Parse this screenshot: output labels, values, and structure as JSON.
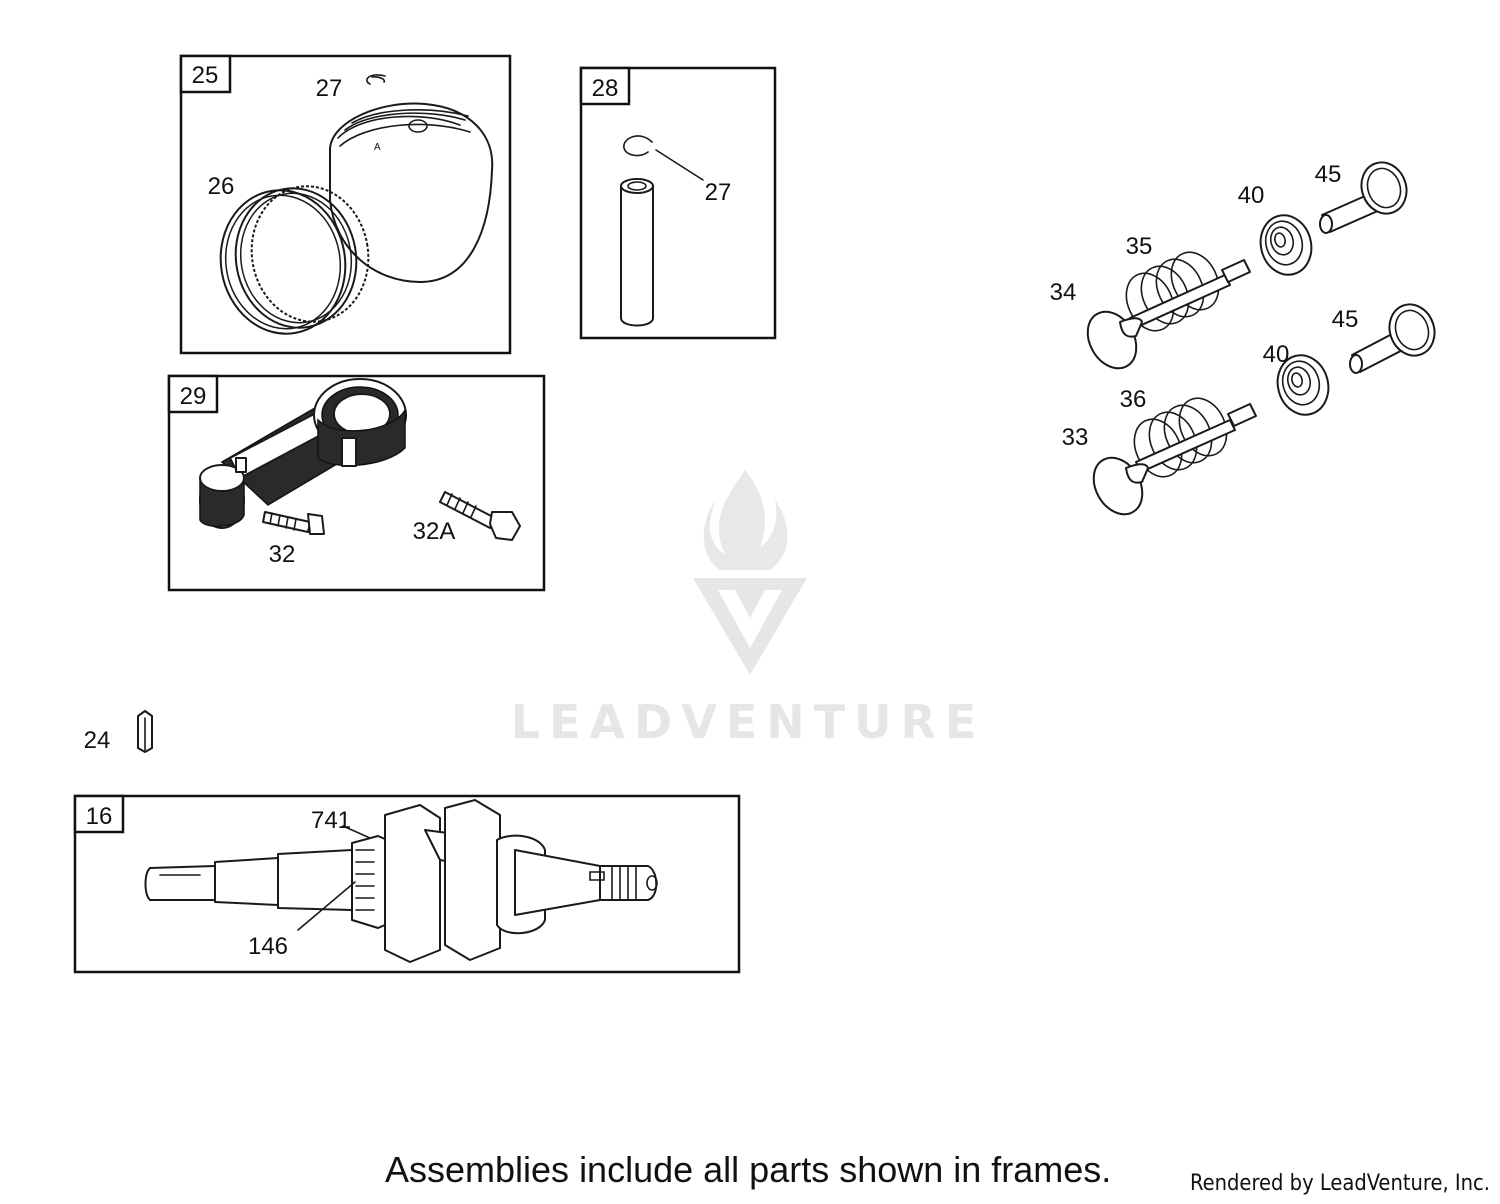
{
  "watermark": {
    "brand": "LEADVENTURE"
  },
  "frames": [
    {
      "id": "25"
    },
    {
      "id": "28"
    },
    {
      "id": "29"
    },
    {
      "id": "16"
    }
  ],
  "callouts": {
    "c25_27": "27",
    "c26": "26",
    "c28_27": "27",
    "c32": "32",
    "c32a": "32A",
    "c24": "24",
    "c741": "741",
    "c146": "146",
    "c45a": "45",
    "c40a": "40",
    "c35": "35",
    "c34": "34",
    "c45b": "45",
    "c40b": "40",
    "c36": "36",
    "c33": "33"
  },
  "footer": {
    "note": "Assemblies include all parts shown in frames.",
    "credit": "Rendered by LeadVenture, Inc."
  }
}
